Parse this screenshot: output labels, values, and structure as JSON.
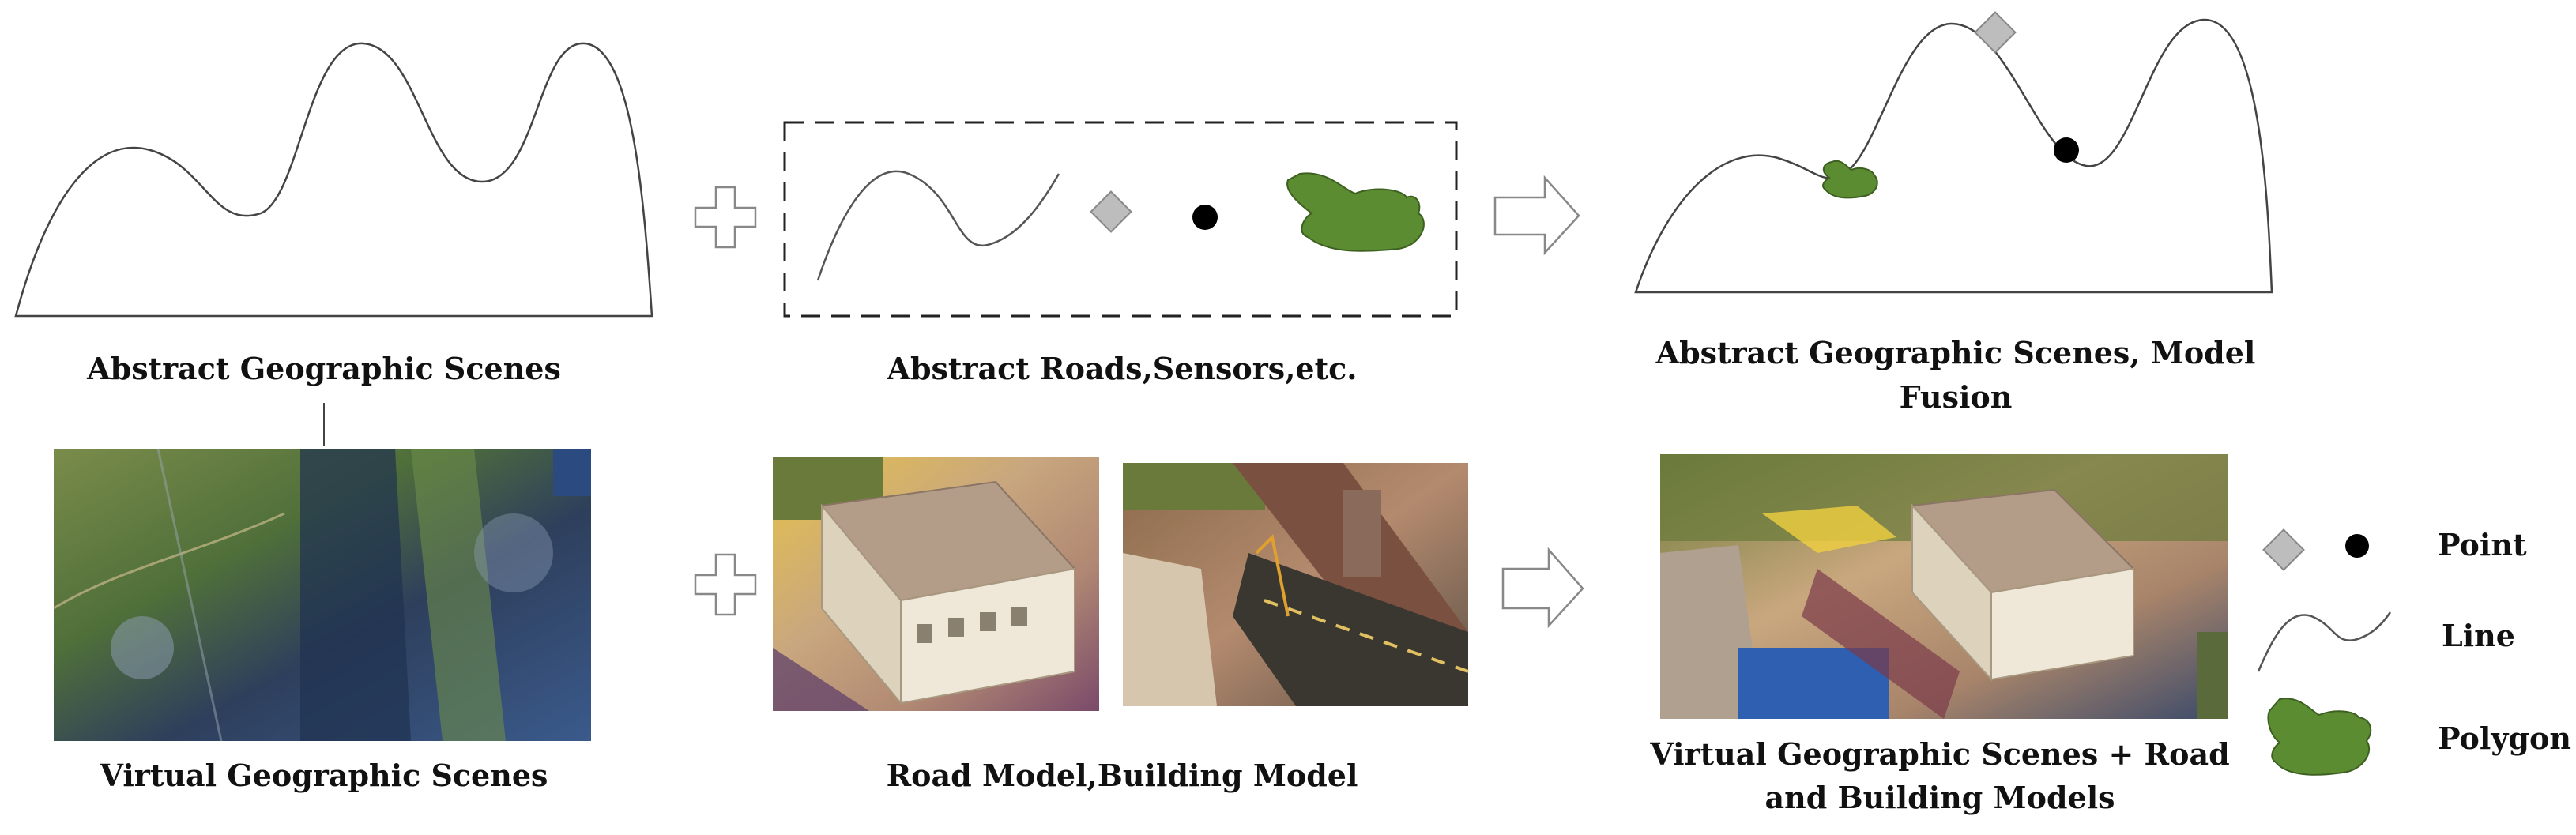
{
  "captions": {
    "abstract_scenes": "Abstract Geographic Scenes",
    "abstract_roads": "Abstract Roads,Sensors,etc.",
    "fusion_line1": "Abstract Geographic Scenes, Model",
    "fusion_line2": "Fusion",
    "virtual_scenes": "Virtual Geographic Scenes",
    "road_building": "Road Model,Building Model",
    "virtual_fusion_line1": "Virtual Geographic Scenes + Road",
    "virtual_fusion_line2": "and Building Models"
  },
  "legend": {
    "point": "Point",
    "line": "Line",
    "polygon": "Polygon"
  },
  "colors": {
    "polygon_fill": "#5b8c32",
    "point_gray": "#bdbdbd",
    "point_black": "#000000",
    "outline": "#555555"
  },
  "icons": {
    "plus": "plus-icon",
    "arrow": "right-arrow-icon",
    "diamond": "diamond-point-icon",
    "dot": "dot-point-icon",
    "polygon": "polygon-blob-icon"
  }
}
